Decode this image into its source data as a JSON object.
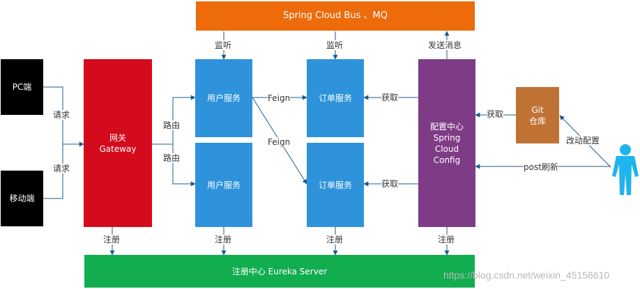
{
  "nodes": {
    "bus": "Spring  Cloud Bus 、MQ",
    "pc": "PC端",
    "mobile": "移动端",
    "gateway": "网关\nGateway",
    "user1": "用户服务",
    "user2": "用户服务",
    "order1": "订单服务",
    "order2": "订单服务",
    "config": "配置中心\nSpring\nCloud\nConfig",
    "git": "Git\n仓库",
    "eureka": "注册中心  Eureka Server"
  },
  "edges": {
    "req1": "请求",
    "req2": "请求",
    "route1": "路由",
    "route2": "路由",
    "feign1": "Feign",
    "feign2": "Feign",
    "listen1": "监听",
    "listen2": "监听",
    "send": "发送消息",
    "fetch1": "获取",
    "fetch2": "获取",
    "fetch_git": "获取",
    "modify": "改动配置",
    "post": "post刷新",
    "reg_gateway": "注册",
    "reg_user": "注册",
    "reg_order": "注册",
    "reg_config": "注册"
  },
  "colors": {
    "bus": "#ed6b0b",
    "terminal": "#000000",
    "gateway": "#d40a1d",
    "service": "#2e93db",
    "config": "#7e3b86",
    "git": "#c07234",
    "eureka": "#11ad4f",
    "person": "#1eb4ee",
    "line": "#1e5a8a"
  },
  "watermark": "https://blog.csdn.net/weixin_45156610"
}
